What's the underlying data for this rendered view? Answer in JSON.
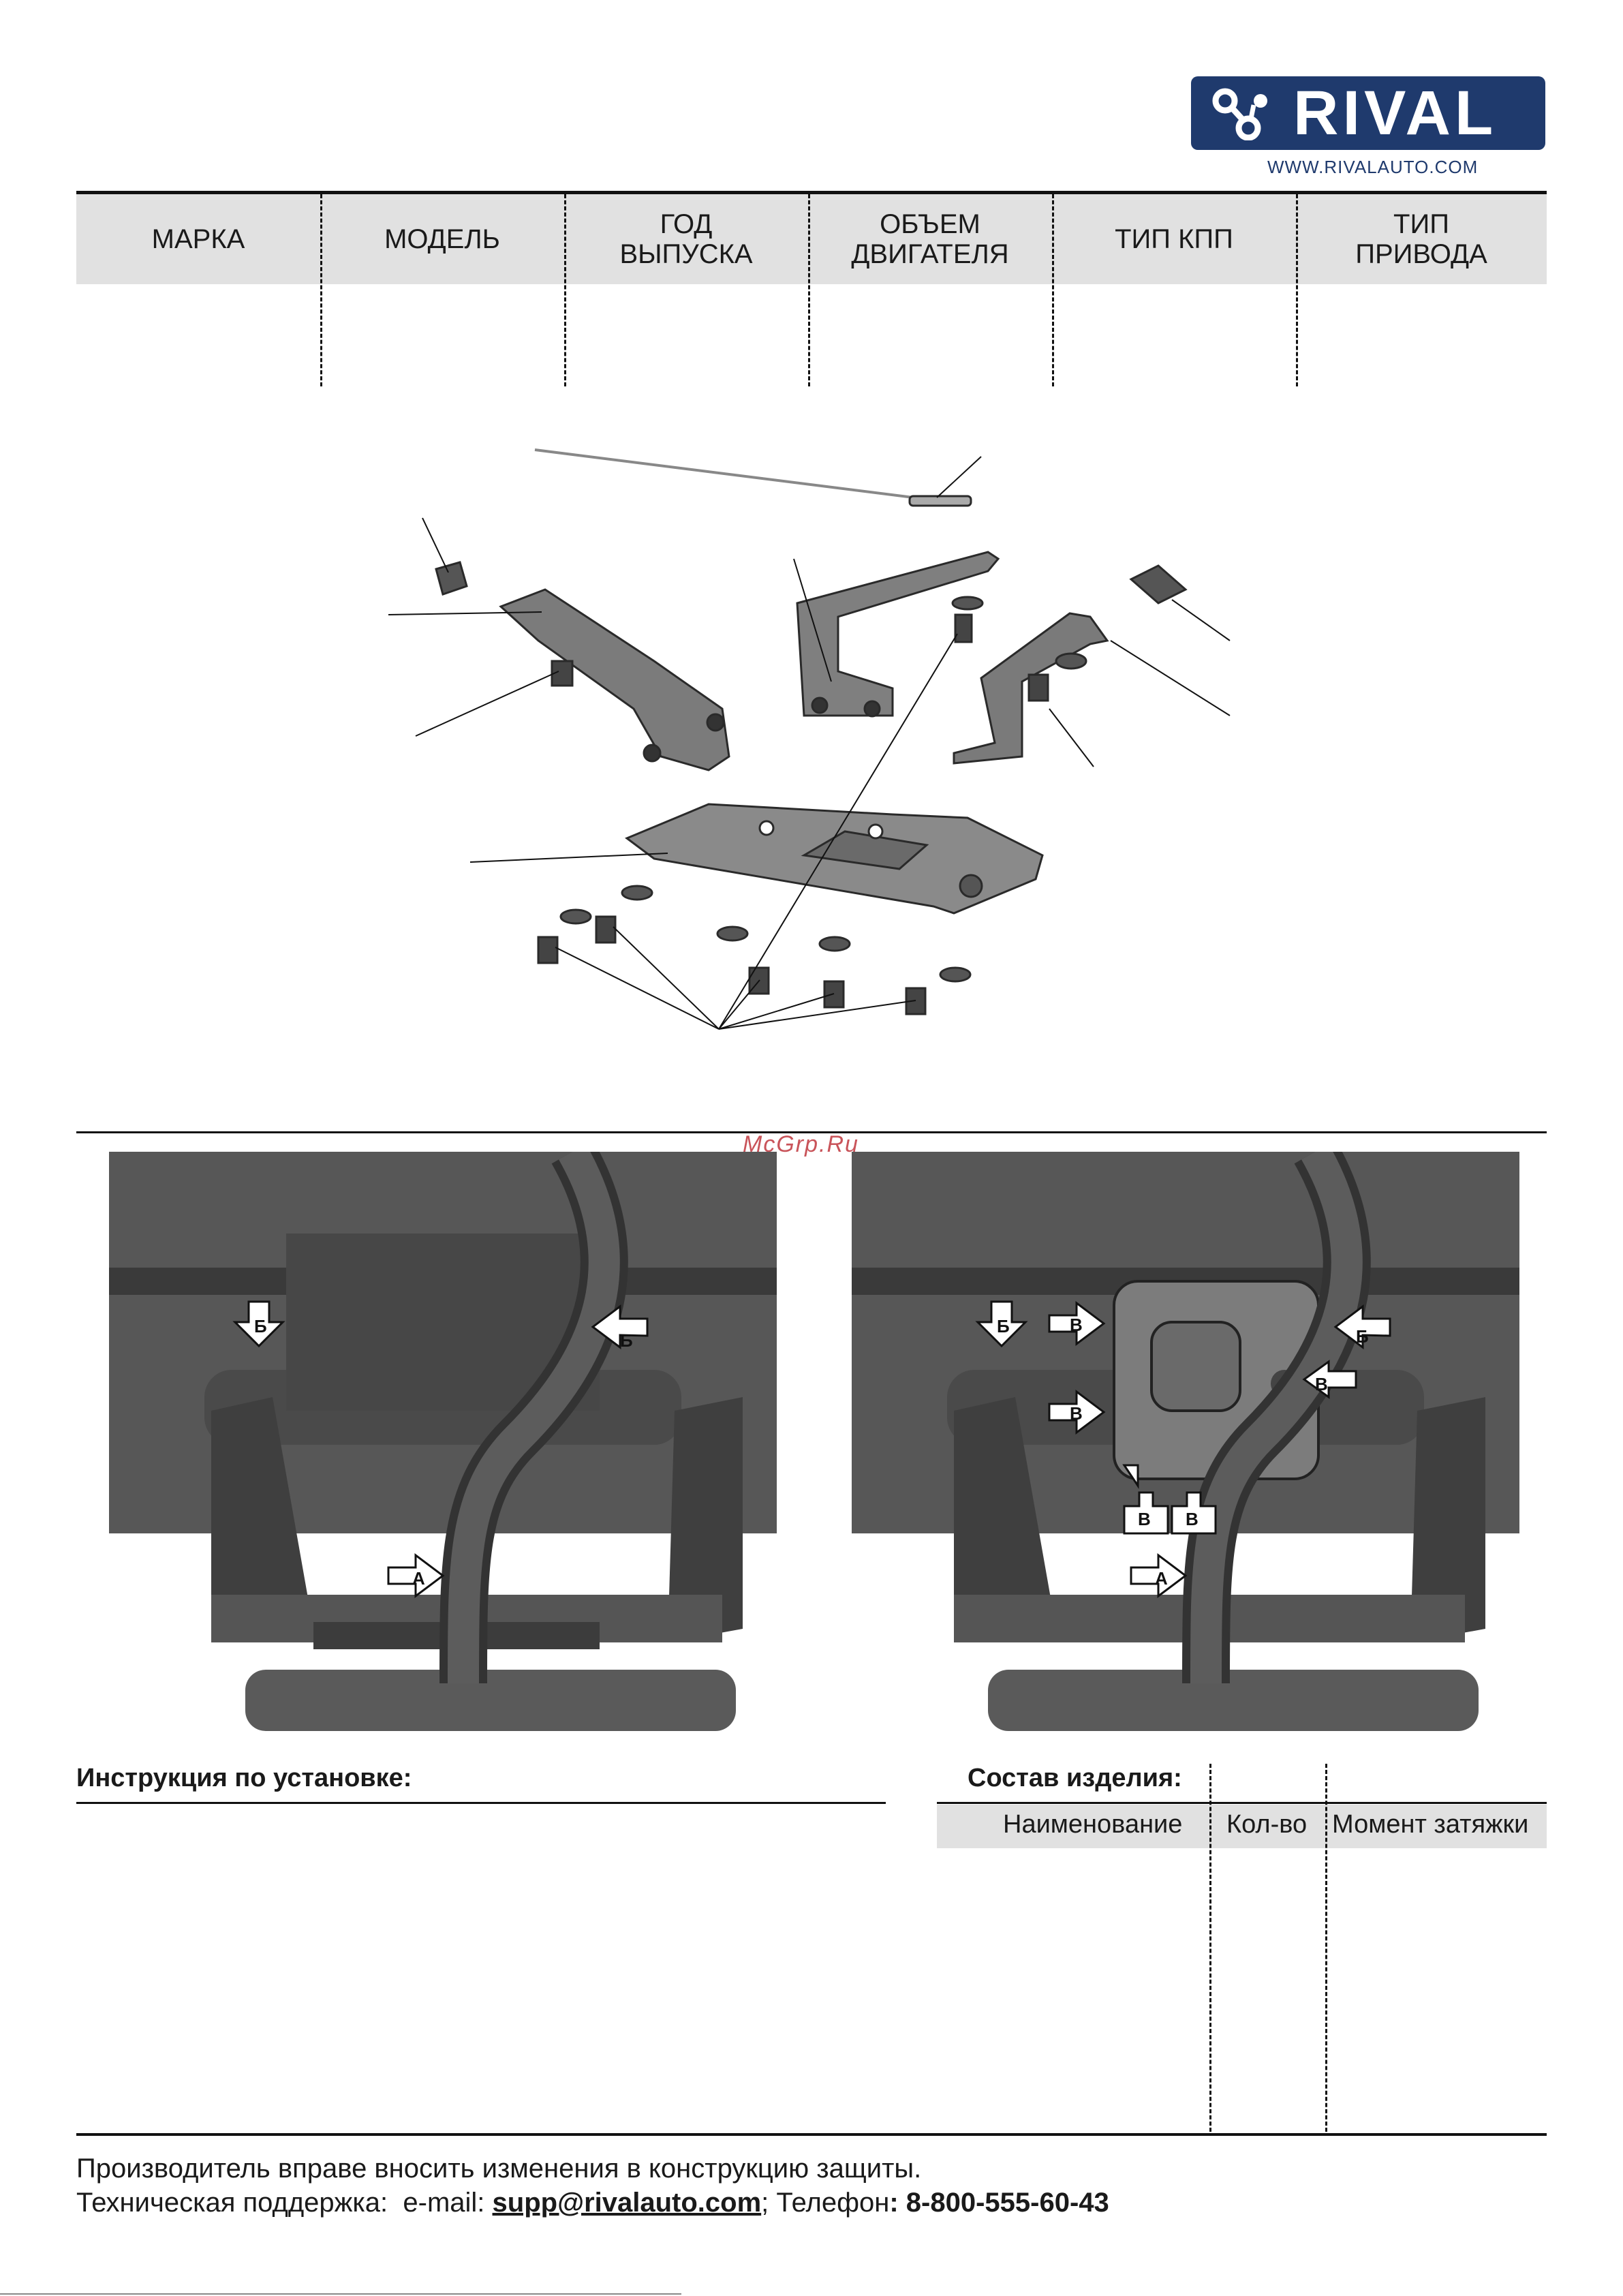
{
  "brand": {
    "logo_text": "RIVAL",
    "url": "WWW.RIVALAUTO.COM",
    "color": "#1f3a6d"
  },
  "vehicle_table": {
    "headers": [
      "МАРКА",
      "МОДЕЛЬ",
      "ГОД\nВЫПУСКА",
      "ОБЪЕМ\nДВИГАТЕЛЯ",
      "ТИП КПП",
      "ТИП\nПРИВОДА"
    ]
  },
  "watermark": "McGrp.Ru",
  "photo_markers": {
    "left": [
      "Б",
      "Б",
      "А"
    ],
    "right": [
      "Б",
      "Б",
      "А",
      "В",
      "В",
      "В",
      "В",
      "В"
    ]
  },
  "instructions": {
    "title": "Инструкция по установке:"
  },
  "parts": {
    "title": "Состав изделия:",
    "columns": [
      "Наименование",
      "Кол-во",
      "Момент затяжки"
    ]
  },
  "footer": {
    "line1": "Производитель вправе вносить изменения в конструкцию защиты.",
    "support_prefix": "Техническая поддержка:  e-mail: ",
    "email": "supp@rivalauto.com",
    "phone_prefix": "; Телефон",
    "phone": ": 8-800-555-60-43"
  }
}
